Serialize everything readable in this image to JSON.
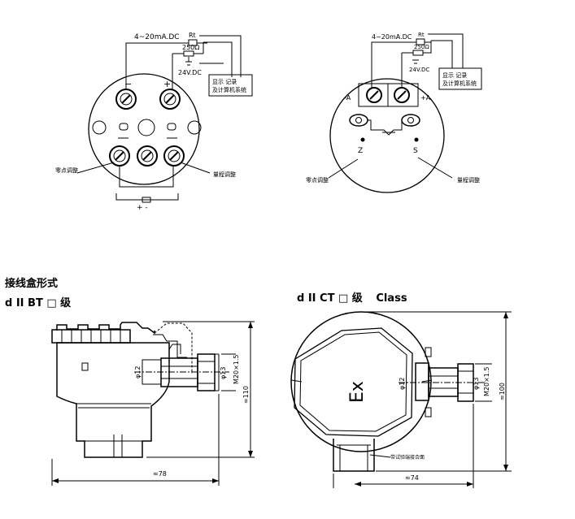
{
  "diagram1": {
    "current": "4~20mA.DC",
    "rt": "Rt",
    "resistor": "250Ω",
    "supply": "24V.DC",
    "plus": "+",
    "minus": "−",
    "display_line1": "显示 记录",
    "display_line2": "及计算机系统",
    "zero_adjust": "零点调整",
    "span_adjust": "量程调整",
    "bottom_sign": "+ -"
  },
  "diagram2": {
    "current": "4~20mA.DC",
    "rt": "Rt",
    "resistor": "250Ω",
    "supply": "24V.DC",
    "minus_a": "-A",
    "plus_a": "+A",
    "z": "Z",
    "s": "S",
    "display_line1": "显示 记录",
    "display_line2": "及计算机系统",
    "zero_adjust": "零点调整",
    "span_adjust": "量程调整"
  },
  "section_title": "接线盒形式",
  "bt": {
    "heading": "d II BT □ 级",
    "dim_phi12": "φ12",
    "dim_phi13": "φ13",
    "dim_thread": "M20×1.5",
    "dim_height": "≈110",
    "dim_width": "≈78"
  },
  "ct": {
    "heading_prefix": "d II CT □ 级",
    "heading_class": "Class",
    "ex": "Ex",
    "dim_phi12": "φ12",
    "dim_phi13": "φ13",
    "dim_thread": "M20×1.5",
    "dim_height": "≈100",
    "dim_width": "≈74",
    "label_bottom": "带试验端接合面"
  }
}
